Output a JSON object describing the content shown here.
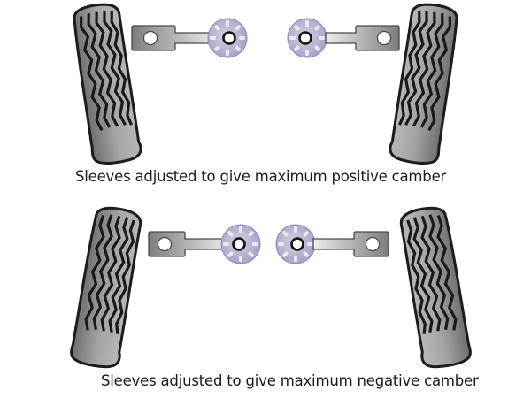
{
  "diagram": {
    "title": "Camber adjustment via eccentric sleeves",
    "panels": [
      {
        "id": "positive",
        "caption": "Sleeves adjusted to give maximum positive camber",
        "wheel_tilt": "tops-outward"
      },
      {
        "id": "negative",
        "caption": "Sleeves adjusted to give maximum negative camber",
        "wheel_tilt": "tops-inward"
      }
    ],
    "components": {
      "tyre": "tyre-icon",
      "arm": "suspension-arm-icon",
      "sleeve": "eccentric-sleeve-icon"
    },
    "colors": {
      "tyre_fill_light": "#b8b8b8",
      "tyre_fill_dark": "#6e6e6e",
      "tyre_outline": "#1c1c1c",
      "tread": "#1a1a1a",
      "arm_fill_light": "#e6e6e6",
      "arm_fill_dark": "#8a8a8a",
      "arm_outline": "#4a4a4a",
      "sleeve_fill": "#b9b8cf",
      "sleeve_edge": "#8c8ab8",
      "caption_text": "#1a1a1a"
    }
  }
}
